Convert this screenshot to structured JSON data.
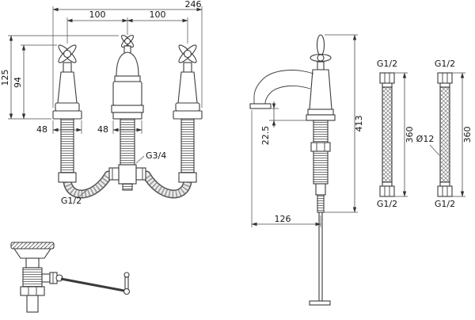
{
  "front_view": {
    "dim_width_overall": "246",
    "dim_spacing_left": "100",
    "dim_spacing_right": "100",
    "dim_height_overall": "125",
    "dim_height_handle": "94",
    "dim_base_valve": "48",
    "dim_base_spout": "48",
    "label_tail_thread": "G3/4",
    "label_hose_thread": "G1/2"
  },
  "side_view": {
    "dim_spout_clearance": "22.5",
    "dim_height_total": "413",
    "dim_reach": "126"
  },
  "hoses": {
    "hose_a": {
      "thread_top": "G1/2",
      "thread_bottom": "G1/2",
      "dim_length": "360"
    },
    "hose_b": {
      "thread_top": "G1/2",
      "thread_bottom": "G1/2",
      "dim_length": "360"
    },
    "dim_diameter": "Ø12"
  }
}
